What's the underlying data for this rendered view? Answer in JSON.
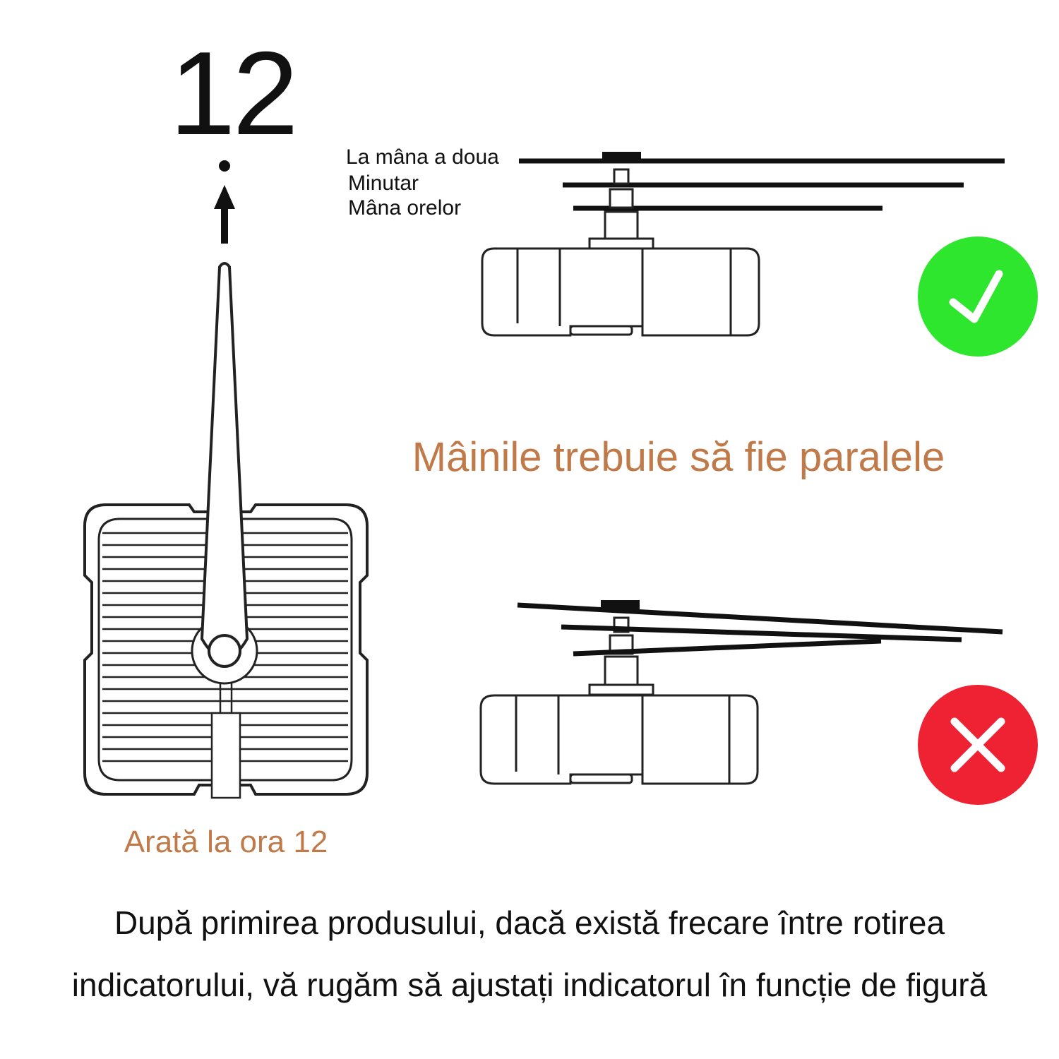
{
  "top_number": "12",
  "hand_labels": {
    "second": "La mâna a doua",
    "minute": "Minutar",
    "hour": "Mâna orelor"
  },
  "headline": "Mâinile trebuie să fie paralele",
  "left_caption": "Arată la ora 12",
  "instructions": [
    "După primirea produsului, dacă există frecare între rotirea",
    "indicatorului, vă rugăm să ajustați indicatorul în funcție de figură"
  ],
  "colors": {
    "orange": "#c07a4a",
    "correct": "#2ee62e",
    "wrong": "#ee2233"
  },
  "icons": [
    "checkmark-icon",
    "cross-icon",
    "arrow-up-icon"
  ]
}
